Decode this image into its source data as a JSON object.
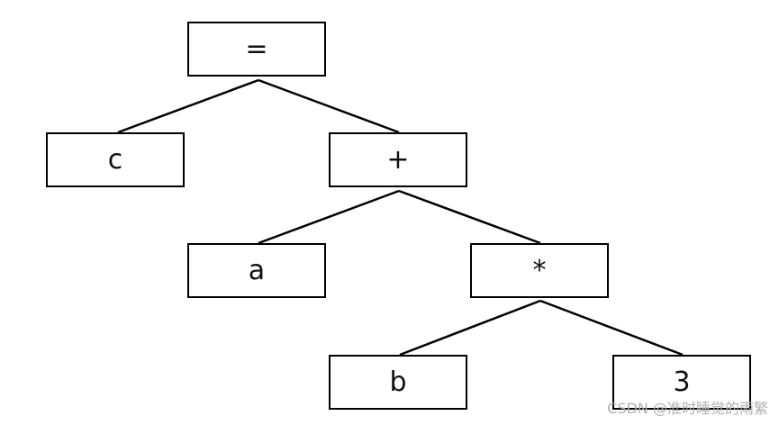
{
  "tree": {
    "nodes": {
      "root": {
        "label": "="
      },
      "c": {
        "label": "c"
      },
      "plus": {
        "label": "+"
      },
      "a": {
        "label": "a"
      },
      "mul": {
        "label": "*"
      },
      "b": {
        "label": "b"
      },
      "three": {
        "label": "3"
      }
    },
    "edges": [
      [
        "root",
        "c"
      ],
      [
        "root",
        "plus"
      ],
      [
        "plus",
        "a"
      ],
      [
        "plus",
        "mul"
      ],
      [
        "mul",
        "b"
      ],
      [
        "mul",
        "three"
      ]
    ]
  },
  "watermark": "CSDN @准时睡觉的雨繁"
}
